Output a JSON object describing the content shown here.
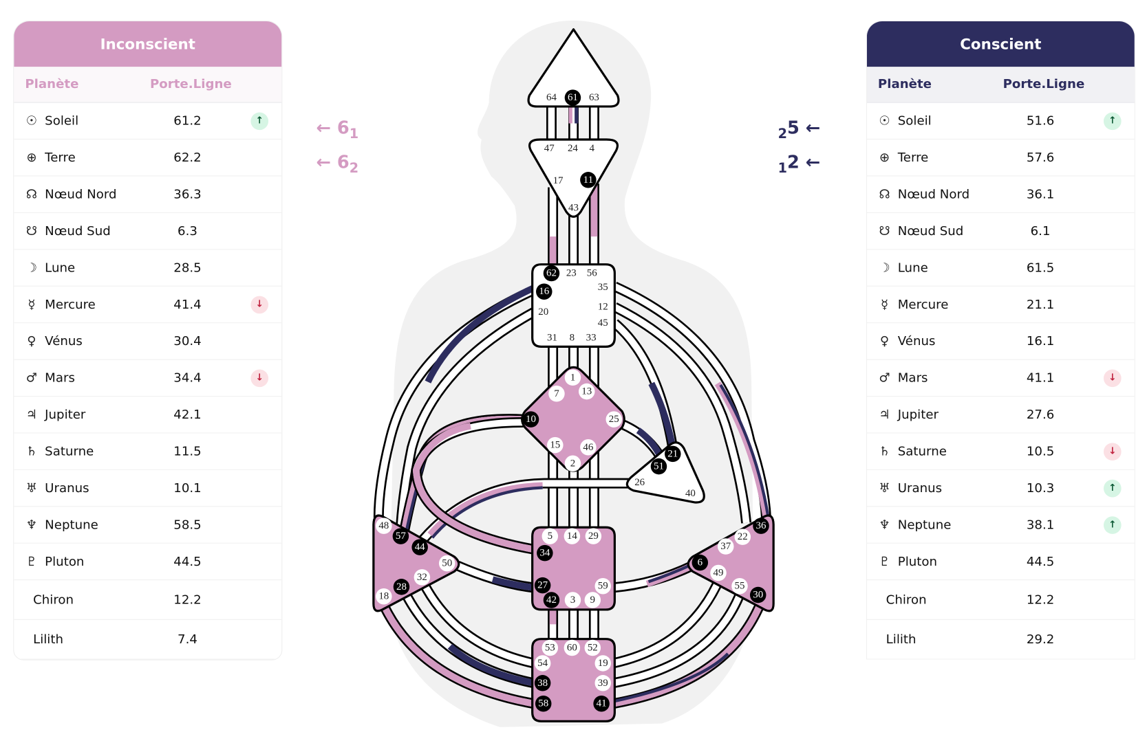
{
  "colors": {
    "unconscious": "#d49bc2",
    "conscious": "#2d2d5f",
    "defined": "#d49bc2",
    "undefined": "#ffffff",
    "active_gate": "#000000",
    "up": "#0d5a35",
    "down": "#c0223f"
  },
  "unconscious": {
    "title": "Inconscient",
    "col_planet": "Planète",
    "col_gate": "Porte.Ligne",
    "rows": [
      {
        "icon": "sun-icon",
        "glyph": "☉",
        "name": "Soleil",
        "value": "61.2",
        "badge": "up"
      },
      {
        "icon": "earth-icon",
        "glyph": "⊕",
        "name": "Terre",
        "value": "62.2",
        "badge": ""
      },
      {
        "icon": "north-node-icon",
        "glyph": "☊",
        "name": "Nœud Nord",
        "value": "36.3",
        "badge": ""
      },
      {
        "icon": "south-node-icon",
        "glyph": "☋",
        "name": "Nœud Sud",
        "value": "6.3",
        "badge": ""
      },
      {
        "icon": "moon-icon",
        "glyph": "☽",
        "name": "Lune",
        "value": "28.5",
        "badge": ""
      },
      {
        "icon": "mercury-icon",
        "glyph": "☿",
        "name": "Mercure",
        "value": "41.4",
        "badge": "down"
      },
      {
        "icon": "venus-icon",
        "glyph": "♀",
        "name": "Vénus",
        "value": "30.4",
        "badge": ""
      },
      {
        "icon": "mars-icon",
        "glyph": "♂",
        "name": "Mars",
        "value": "34.4",
        "badge": "down"
      },
      {
        "icon": "jupiter-icon",
        "glyph": "♃",
        "name": "Jupiter",
        "value": "42.1",
        "badge": ""
      },
      {
        "icon": "saturn-icon",
        "glyph": "♄",
        "name": "Saturne",
        "value": "11.5",
        "badge": ""
      },
      {
        "icon": "uranus-icon",
        "glyph": "♅",
        "name": "Uranus",
        "value": "10.1",
        "badge": ""
      },
      {
        "icon": "neptune-icon",
        "glyph": "♆",
        "name": "Neptune",
        "value": "58.5",
        "badge": ""
      },
      {
        "icon": "pluto-icon",
        "glyph": "♇",
        "name": "Pluton",
        "value": "44.5",
        "badge": ""
      },
      {
        "icon": "",
        "glyph": "",
        "name": "Chiron",
        "value": "12.2",
        "badge": ""
      },
      {
        "icon": "",
        "glyph": "",
        "name": "Lilith",
        "value": "7.4",
        "badge": ""
      }
    ]
  },
  "conscious": {
    "title": "Conscient",
    "col_planet": "Planète",
    "col_gate": "Porte.Ligne",
    "rows": [
      {
        "icon": "sun-icon",
        "glyph": "☉",
        "name": "Soleil",
        "value": "51.6",
        "badge": "up"
      },
      {
        "icon": "earth-icon",
        "glyph": "⊕",
        "name": "Terre",
        "value": "57.6",
        "badge": ""
      },
      {
        "icon": "north-node-icon",
        "glyph": "☊",
        "name": "Nœud Nord",
        "value": "36.1",
        "badge": ""
      },
      {
        "icon": "south-node-icon",
        "glyph": "☋",
        "name": "Nœud Sud",
        "value": "6.1",
        "badge": ""
      },
      {
        "icon": "moon-icon",
        "glyph": "☽",
        "name": "Lune",
        "value": "61.5",
        "badge": ""
      },
      {
        "icon": "mercury-icon",
        "glyph": "☿",
        "name": "Mercure",
        "value": "21.1",
        "badge": ""
      },
      {
        "icon": "venus-icon",
        "glyph": "♀",
        "name": "Vénus",
        "value": "16.1",
        "badge": ""
      },
      {
        "icon": "mars-icon",
        "glyph": "♂",
        "name": "Mars",
        "value": "41.1",
        "badge": "down"
      },
      {
        "icon": "jupiter-icon",
        "glyph": "♃",
        "name": "Jupiter",
        "value": "27.6",
        "badge": ""
      },
      {
        "icon": "saturn-icon",
        "glyph": "♄",
        "name": "Saturne",
        "value": "10.5",
        "badge": "down"
      },
      {
        "icon": "uranus-icon",
        "glyph": "♅",
        "name": "Uranus",
        "value": "10.3",
        "badge": "up"
      },
      {
        "icon": "neptune-icon",
        "glyph": "♆",
        "name": "Neptune",
        "value": "38.1",
        "badge": "up"
      },
      {
        "icon": "pluto-icon",
        "glyph": "♇",
        "name": "Pluton",
        "value": "44.5",
        "badge": ""
      },
      {
        "icon": "",
        "glyph": "",
        "name": "Chiron",
        "value": "12.2",
        "badge": ""
      },
      {
        "icon": "",
        "glyph": "",
        "name": "Lilith",
        "value": "29.2",
        "badge": ""
      }
    ]
  },
  "badges": {
    "up": "↑",
    "down": "↓"
  },
  "variables": {
    "left": [
      {
        "arrow": "←",
        "num": "6",
        "sub": "1"
      },
      {
        "arrow": "←",
        "num": "6",
        "sub": "2"
      }
    ],
    "right": [
      {
        "arrow": "←",
        "num": "5",
        "sub": "2"
      },
      {
        "arrow": "←",
        "num": "2",
        "sub": "1"
      }
    ]
  },
  "centers": [
    {
      "id": "head",
      "defined": false,
      "gates": [
        64,
        61,
        63
      ]
    },
    {
      "id": "ajna",
      "defined": false,
      "gates": [
        47,
        24,
        4,
        17,
        11,
        43
      ]
    },
    {
      "id": "throat",
      "defined": false,
      "gates": [
        62,
        23,
        56,
        35,
        16,
        12,
        20,
        45,
        31,
        8,
        33
      ]
    },
    {
      "id": "g",
      "defined": true,
      "gates": [
        1,
        7,
        13,
        10,
        25,
        15,
        46,
        2
      ]
    },
    {
      "id": "ego",
      "defined": false,
      "gates": [
        21,
        51,
        26,
        40
      ]
    },
    {
      "id": "spleen",
      "defined": true,
      "gates": [
        48,
        57,
        44,
        50,
        32,
        28,
        18
      ]
    },
    {
      "id": "sacral",
      "defined": true,
      "gates": [
        5,
        14,
        29,
        34,
        27,
        59,
        42,
        3,
        9
      ]
    },
    {
      "id": "solar-plexus",
      "defined": true,
      "gates": [
        36,
        22,
        37,
        6,
        49,
        55,
        30
      ]
    },
    {
      "id": "root",
      "defined": true,
      "gates": [
        53,
        60,
        52,
        54,
        19,
        38,
        39,
        58,
        41
      ]
    }
  ],
  "active_gates": [
    61,
    11,
    62,
    16,
    10,
    21,
    51,
    57,
    44,
    28,
    34,
    27,
    42,
    36,
    6,
    30,
    38,
    58,
    41
  ]
}
